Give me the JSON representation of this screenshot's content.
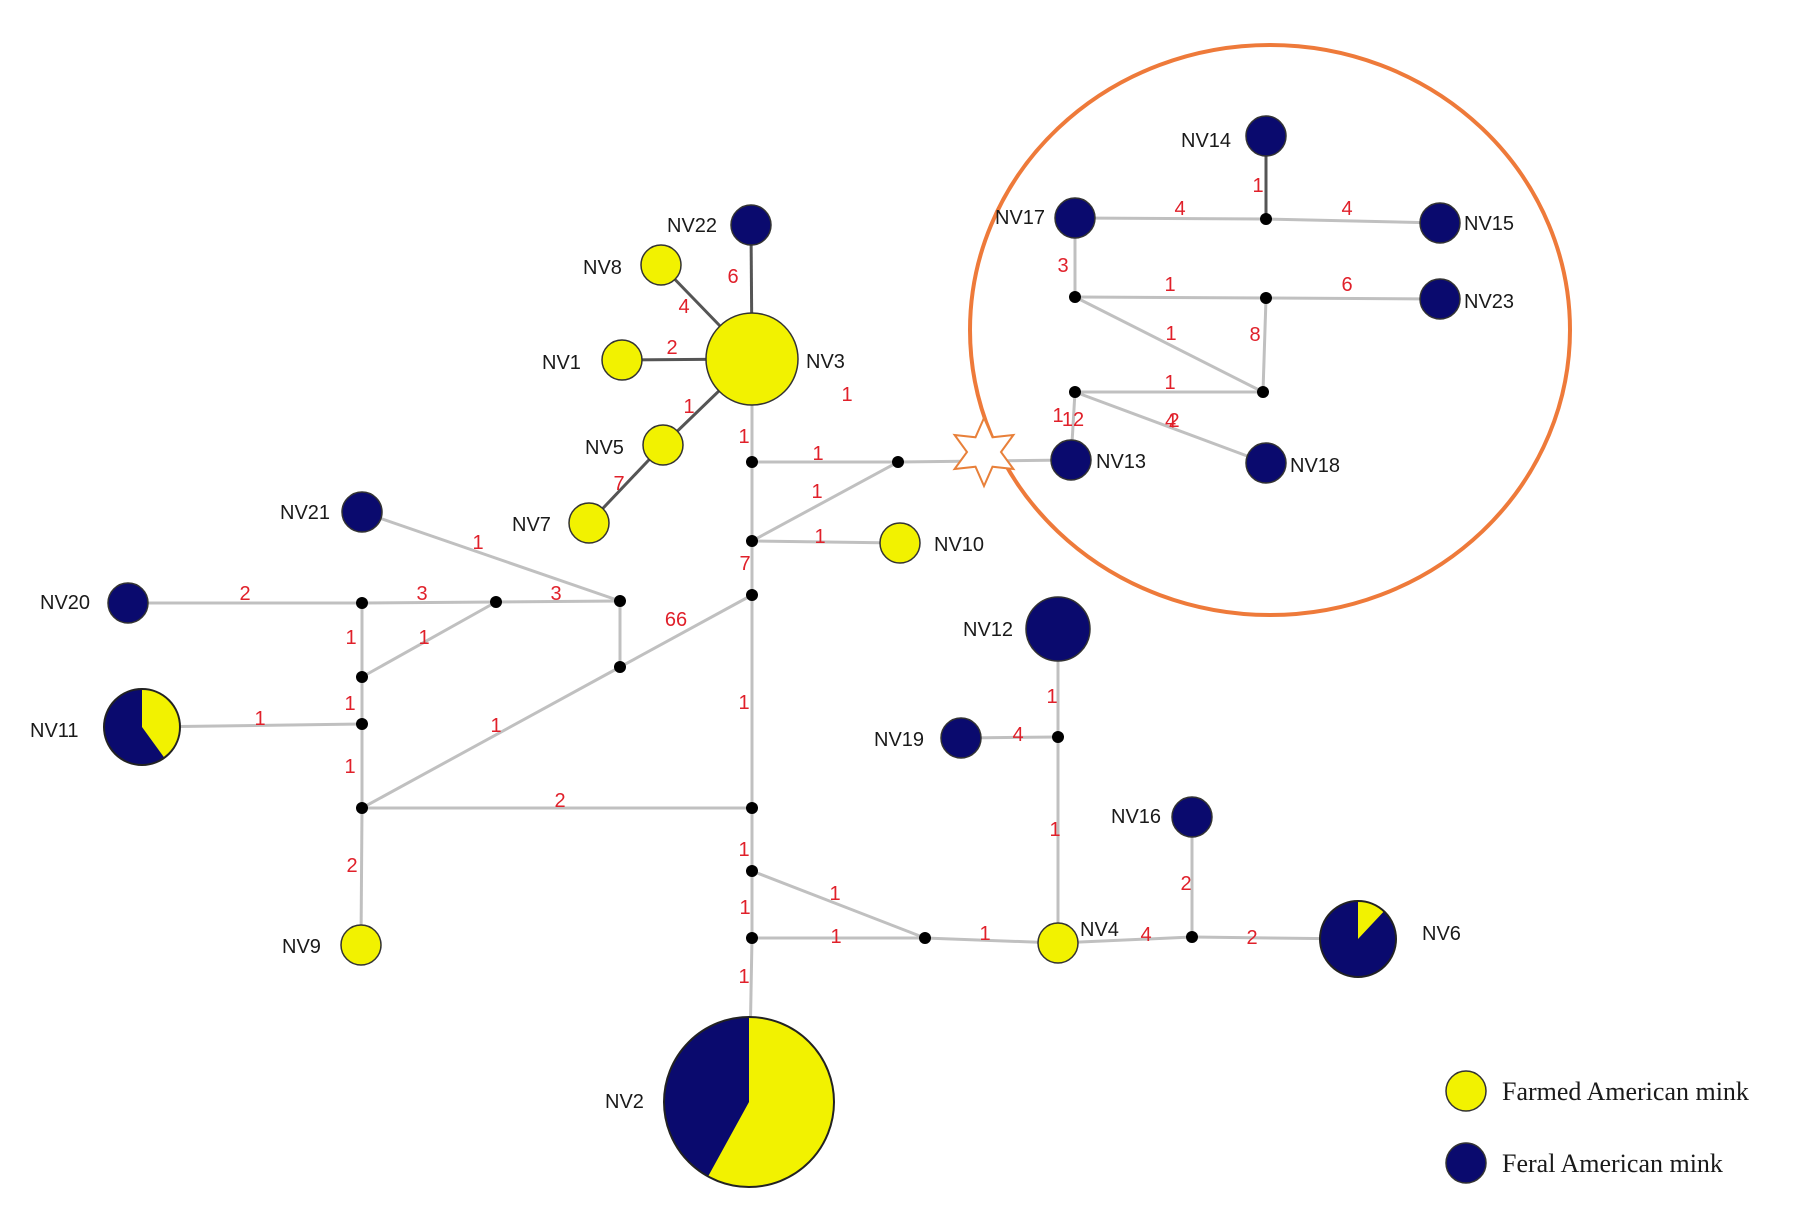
{
  "colors": {
    "farmed": "#f2f200",
    "feral": "#0a0a6e",
    "edge": "#c0c0c0",
    "mutation_label": "#e0202a",
    "cluster_ellipse": "#ee7a3a",
    "median_vector": "#000000"
  },
  "legend": {
    "farmed_label": "Farmed American mink",
    "feral_label": "Feral American mink"
  },
  "haplotypes": [
    {
      "id": "NV1",
      "label": "NV1",
      "farmed_fraction": 1
    },
    {
      "id": "NV2",
      "label": "NV2",
      "farmed_fraction": 0.58
    },
    {
      "id": "NV3",
      "label": "NV3",
      "farmed_fraction": 1
    },
    {
      "id": "NV4",
      "label": "NV4",
      "farmed_fraction": 1
    },
    {
      "id": "NV5",
      "label": "NV5",
      "farmed_fraction": 1
    },
    {
      "id": "NV6",
      "label": "NV6",
      "farmed_fraction": 0.12
    },
    {
      "id": "NV7",
      "label": "NV7",
      "farmed_fraction": 1
    },
    {
      "id": "NV8",
      "label": "NV8",
      "farmed_fraction": 1
    },
    {
      "id": "NV9",
      "label": "NV9",
      "farmed_fraction": 1
    },
    {
      "id": "NV10",
      "label": "NV10",
      "farmed_fraction": 1
    },
    {
      "id": "NV11",
      "label": "NV11",
      "farmed_fraction": 0.4
    },
    {
      "id": "NV12",
      "label": "NV12",
      "farmed_fraction": 0
    },
    {
      "id": "NV13",
      "label": "NV13",
      "farmed_fraction": 0
    },
    {
      "id": "NV14",
      "label": "NV14",
      "farmed_fraction": 0
    },
    {
      "id": "NV15",
      "label": "NV15",
      "farmed_fraction": 0
    },
    {
      "id": "NV16",
      "label": "NV16",
      "farmed_fraction": 0
    },
    {
      "id": "NV17",
      "label": "NV17",
      "farmed_fraction": 0
    },
    {
      "id": "NV18",
      "label": "NV18",
      "farmed_fraction": 0
    },
    {
      "id": "NV19",
      "label": "NV19",
      "farmed_fraction": 0
    },
    {
      "id": "NV20",
      "label": "NV20",
      "farmed_fraction": 0
    },
    {
      "id": "NV21",
      "label": "NV21",
      "farmed_fraction": 0
    },
    {
      "id": "NV22",
      "label": "NV22",
      "farmed_fraction": 0
    },
    {
      "id": "NV23",
      "label": "NV23",
      "farmed_fraction": 0
    }
  ],
  "links": [
    {
      "from": "NV3",
      "to": "NV22",
      "mutations": "6"
    },
    {
      "from": "NV3",
      "to": "NV8",
      "mutations": "4"
    },
    {
      "from": "NV3",
      "to": "NV1",
      "mutations": "2"
    },
    {
      "from": "NV3",
      "to": "NV5",
      "mutations": "1"
    },
    {
      "from": "NV5",
      "to": "NV7",
      "mutations": "7"
    },
    {
      "from": "NV3",
      "to": "m_a",
      "mutations": "1"
    },
    {
      "from": "m_a",
      "to": "m_b",
      "mutations": "1"
    },
    {
      "from": "m_b",
      "to": "m_c",
      "mutations": "7"
    },
    {
      "from": "m_a",
      "to": "m_r",
      "mutations": "1"
    },
    {
      "from": "m_b",
      "to": "m_r",
      "mutations": "1"
    },
    {
      "from": "m_b",
      "to": "NV10",
      "mutations": "1"
    },
    {
      "from": "m_r",
      "to": "NV13",
      "mutations": "66"
    },
    {
      "from": "m_c",
      "to": "m_l3",
      "mutations": "1"
    },
    {
      "from": "m_c",
      "to": "m_d",
      "mutations": "1"
    },
    {
      "from": "m_d",
      "to": "m_e",
      "mutations": "1"
    },
    {
      "from": "m_e",
      "to": "m_f",
      "mutations": "1"
    },
    {
      "from": "m_f",
      "to": "NV2",
      "mutations": "1"
    },
    {
      "from": "m_d",
      "to": "m_l5",
      "mutations": "1"
    },
    {
      "from": "m_e",
      "to": "m_g",
      "mutations": "1"
    },
    {
      "from": "m_f",
      "to": "m_g",
      "mutations": "1"
    },
    {
      "from": "m_g",
      "to": "NV4",
      "mutations": "4"
    },
    {
      "from": "NV4",
      "to": "m_i",
      "mutations": "1"
    },
    {
      "from": "m_i",
      "to": "NV19",
      "mutations": "4"
    },
    {
      "from": "m_i",
      "to": "NV12",
      "mutations": "2"
    },
    {
      "from": "NV4",
      "to": "m_h",
      "mutations": "2"
    },
    {
      "from": "m_h",
      "to": "NV16",
      "mutations": "2"
    },
    {
      "from": "m_h",
      "to": "NV6",
      "mutations": "3"
    },
    {
      "from": "NV20",
      "to": "m_l1",
      "mutations": "3"
    },
    {
      "from": "m_l1",
      "to": "m_l6",
      "mutations": "1"
    },
    {
      "from": "m_l6",
      "to": "m_l7",
      "mutations": "1"
    },
    {
      "from": "NV21",
      "to": "m_l7",
      "mutations": "1"
    },
    {
      "from": "m_l7",
      "to": "m_l3",
      "mutations": "1"
    },
    {
      "from": "m_l1",
      "to": "m_l2",
      "mutations": "1"
    },
    {
      "from": "m_l2",
      "to": "m_l6",
      "mutations": "1"
    },
    {
      "from": "m_l2",
      "to": "m_l4",
      "mutations": "2"
    },
    {
      "from": "NV11",
      "to": "m_l4",
      "mutations": "1"
    },
    {
      "from": "m_l4",
      "to": "m_l5",
      "mutations": "2"
    },
    {
      "from": "m_l5",
      "to": "m_l3",
      "mutations": "1"
    },
    {
      "from": "m_l5",
      "to": "NV9",
      "mutations": "4"
    },
    {
      "from": "NV14",
      "to": "m_c1",
      "mutations": "4"
    },
    {
      "from": "NV17",
      "to": "m_c1",
      "mutations": "3"
    },
    {
      "from": "m_c1",
      "to": "NV15",
      "mutations": "1"
    },
    {
      "from": "NV17",
      "to": "m_c2",
      "mutations": "6"
    },
    {
      "from": "m_c2",
      "to": "m_c3",
      "mutations": "1"
    },
    {
      "from": "m_c3",
      "to": "NV23",
      "mutations": "8"
    },
    {
      "from": "m_c2",
      "to": "m_c4",
      "mutations": "1"
    },
    {
      "from": "m_c3",
      "to": "m_c4",
      "mutations": "1"
    },
    {
      "from": "m_c5",
      "to": "m_c4",
      "mutations": "2"
    },
    {
      "from": "m_c5",
      "to": "NV13",
      "mutations": "12"
    },
    {
      "from": "m_c5",
      "to": "NV18",
      "mutations": "4"
    }
  ]
}
